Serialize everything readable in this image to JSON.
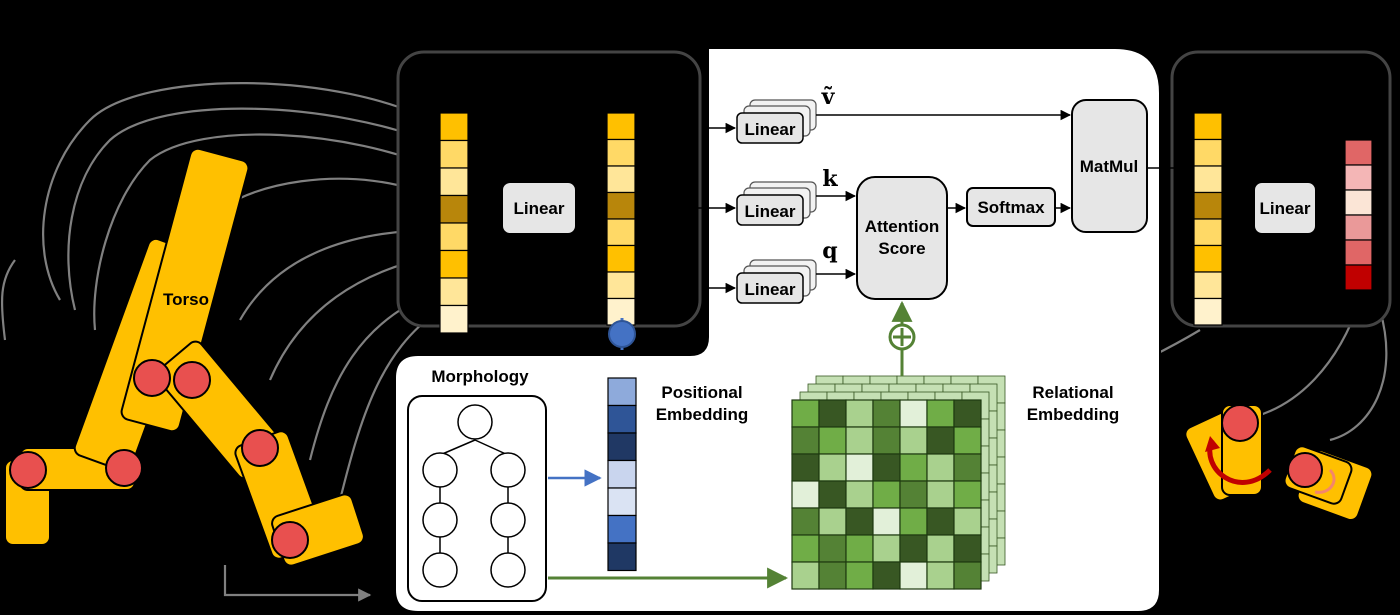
{
  "labels": {
    "torso": "Torso",
    "morphology": "Morphology",
    "positional_embedding": [
      "Positional",
      "Embedding"
    ],
    "relational_embedding": [
      "Relational",
      "Embedding"
    ],
    "linear": "Linear",
    "attention_score": [
      "Attention",
      "Score"
    ],
    "softmax": "Softmax",
    "matmul": "MatMul",
    "v_tilde": "ṽ",
    "k": "k",
    "q": "q",
    "plus": "⊕"
  },
  "token_vector_colors": [
    "#ffc000",
    "#ffd966",
    "#ffe699",
    "#b8860b",
    "#ffd966",
    "#ffc000",
    "#ffe699"
  ],
  "output_vector_colors": [
    "#e06666",
    "#f4b6b6",
    "#fbe5d6",
    "#ea9999",
    "#e06666",
    "#c00000"
  ],
  "positional_colors": [
    "#8eaadb",
    "#2f5597",
    "#203864",
    "#c9d5ee",
    "#dae3f3",
    "#4472c4",
    "#1f3864"
  ],
  "relational_matrix": [
    [
      2,
      4,
      1,
      3,
      0,
      2,
      4
    ],
    [
      3,
      2,
      1,
      3,
      1,
      4,
      2
    ],
    [
      4,
      1,
      0,
      4,
      2,
      1,
      3
    ],
    [
      0,
      4,
      1,
      2,
      3,
      1,
      2
    ],
    [
      3,
      1,
      4,
      0,
      2,
      4,
      1
    ],
    [
      2,
      3,
      2,
      1,
      4,
      1,
      4
    ],
    [
      1,
      3,
      2,
      4,
      0,
      1,
      3
    ]
  ],
  "green_scale": [
    "#e2f0d9",
    "#a9d18e",
    "#70ad47",
    "#548235",
    "#385723"
  ],
  "colors": {
    "robot_body": "#ffc000",
    "joint": "#e8504f",
    "node_box": "#e6e6e6",
    "connector_gray": "#808080",
    "blue_arrow": "#4472c4",
    "green_arrow": "#548235",
    "rotation_dark": "#c00000",
    "rotation_light": "#f4866b"
  }
}
